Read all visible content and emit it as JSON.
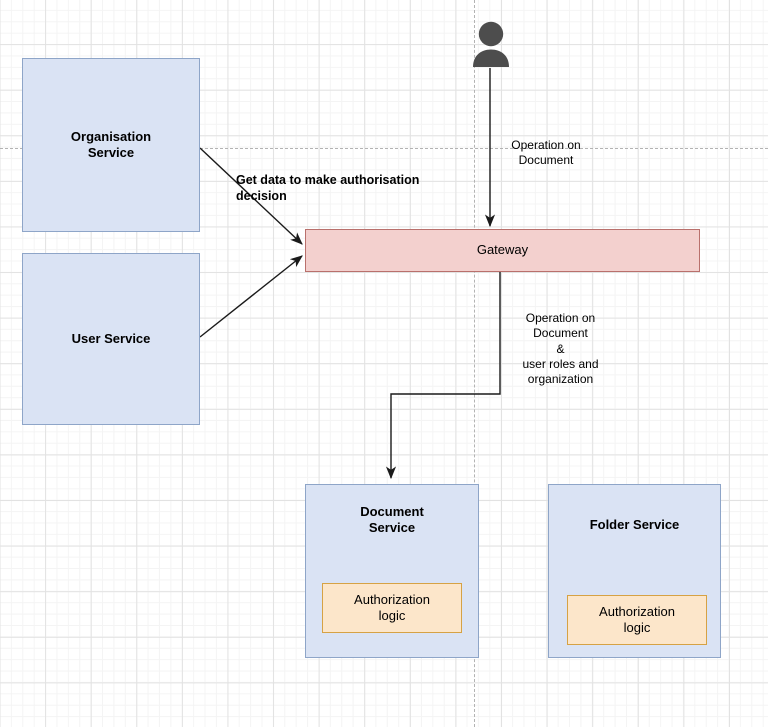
{
  "diagram": {
    "title": "Authorisation architecture diagram",
    "background": {
      "grid": "on",
      "minor_grid_color": "#f4f4f4",
      "major_grid_color": "#e2e2e2",
      "guide_color": "#b3b3b3"
    },
    "colors": {
      "service_fill": "#dae3f4",
      "service_border": "#8ea5c8",
      "gateway_fill": "#f3d0ce",
      "gateway_border": "#b9706c",
      "authz_fill": "#fce6ca",
      "authz_border": "#d6a244",
      "actor": "#4d4d4d",
      "edge": "#1a1a1a"
    },
    "nodes": {
      "organisation_service": {
        "label": "Organisation\nService"
      },
      "user_service": {
        "label": "User Service"
      },
      "gateway": {
        "label": "Gateway"
      },
      "document_service": {
        "label": "Document\nService"
      },
      "folder_service": {
        "label": "Folder Service"
      },
      "document_authz": {
        "label": "Authorization\nlogic"
      },
      "folder_authz": {
        "label": "Authorization\nlogic"
      }
    },
    "actor": {
      "name": "user-actor"
    },
    "edges": {
      "user_to_gateway": {
        "label": "Operation on\nDocument"
      },
      "services_to_gateway": {
        "label": "Get data to make authorisation\ndecision"
      },
      "gateway_to_document": {
        "label": "Operation on\nDocument\n&\nuser roles and\norganization"
      }
    }
  }
}
